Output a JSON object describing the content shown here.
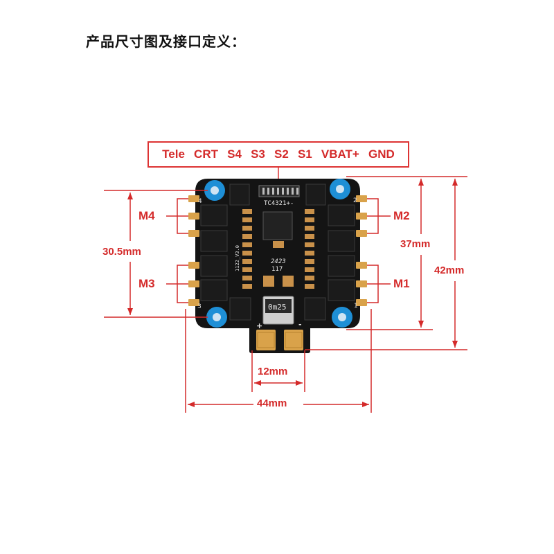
{
  "title": "产品尺寸图及接口定义：",
  "pins": [
    "Tele",
    "CRT",
    "S4",
    "S3",
    "S2",
    "S1",
    "VBAT+",
    "GND"
  ],
  "motor_labels": {
    "m4": "M4",
    "m3": "M3",
    "m2": "M2",
    "m1": "M1"
  },
  "dimensions": {
    "mount_spacing": "30.5mm",
    "board_height_inner": "37mm",
    "board_height_outer": "42mm",
    "power_pad_width": "12mm",
    "board_width": "44mm"
  },
  "board_silkscreen": {
    "model": "TC4321+-",
    "version": "1122_V3.0",
    "date_code": "2423",
    "lot": "117",
    "shunt": "0m25",
    "pad_plus": "+",
    "pad_minus": "-",
    "corner_1": "1",
    "corner_2": "2",
    "corner_3": "3",
    "corner_4": "4"
  },
  "colors": {
    "annotation_red": "#d42a2a",
    "board": "#111111",
    "mount_blue": "#1e8fd6",
    "gold_pad": "#d9a24a"
  }
}
